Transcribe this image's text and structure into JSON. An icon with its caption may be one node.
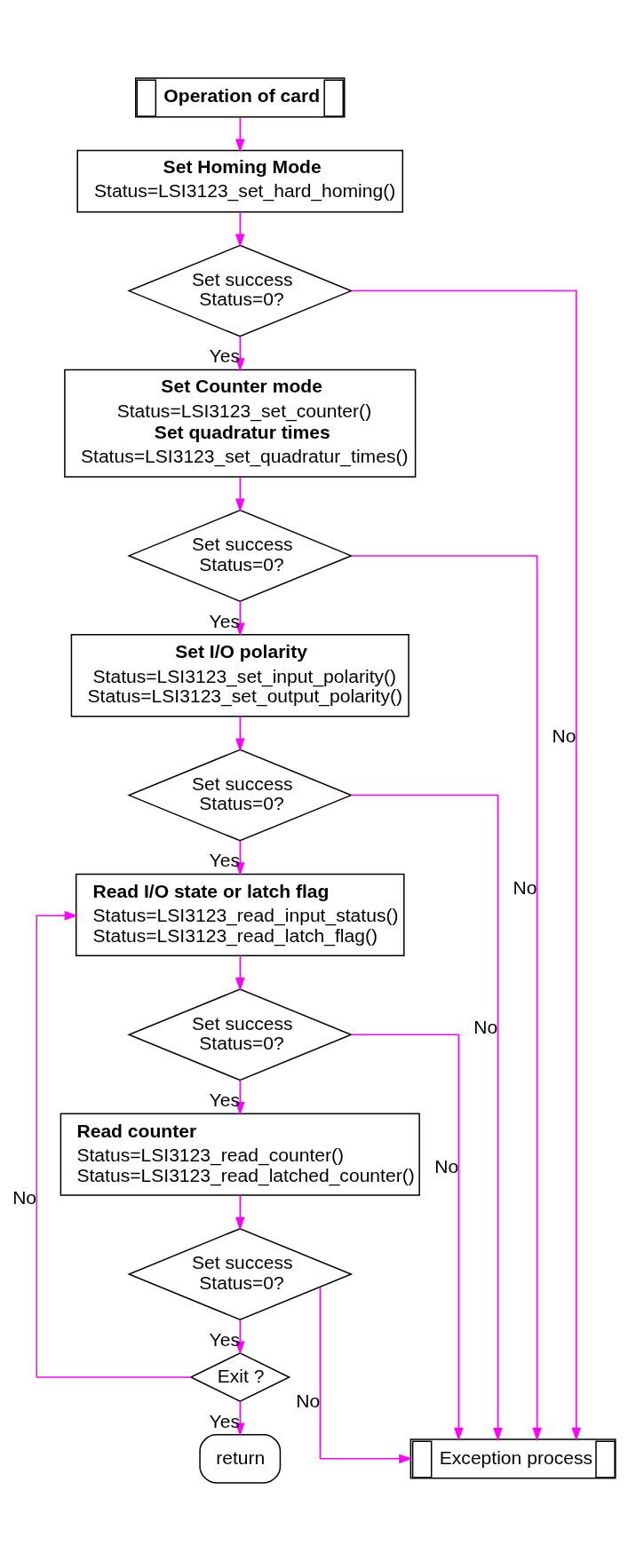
{
  "diagram": {
    "nodes": [
      {
        "text": [
          "Operation of card"
        ]
      },
      {
        "text": [
          "Set Homing Mode",
          "Status=LSI3123_set_hard_homing()"
        ]
      },
      {
        "text": [
          "Set success Status=0?"
        ]
      },
      {
        "text": [
          "Set Counter mode",
          "Status=LSI3123_set_counter()",
          "Set quadratur times",
          "Status=LSI3123_set_quadratur_times()"
        ]
      },
      {
        "text": [
          "Set success Status=0?"
        ]
      },
      {
        "text": [
          "Set I/O polarity",
          "Status=LSI3123_set_input_polarity() Status=LSI3123_set_output_polarity()"
        ]
      },
      {
        "text": [
          "Set success Status=0?"
        ]
      },
      {
        "text": [
          "Read I/O state or latch flag",
          "Status=LSI3123_read_input_status() Status=LSI3123_read_latch_flag()"
        ]
      },
      {
        "text": [
          "Set success Status=0?"
        ]
      },
      {
        "text": [
          "Read counter",
          "Status=LSI3123_read_counter() Status=LSI3123_read_latched_counter()"
        ]
      },
      {
        "text": [
          "Set success Status=0?"
        ]
      },
      {
        "text": [
          "Exit ?"
        ]
      },
      {
        "text": [
          "return"
        ]
      },
      {
        "text": [
          "Exception process"
        ]
      }
    ],
    "edges": [
      {
        "from": 0,
        "to": 1,
        "arrow": "to"
      },
      {
        "from": 1,
        "to": 2,
        "arrow": "to"
      },
      {
        "from": 2,
        "to": 3,
        "arrow": "to",
        "label": "Yes"
      },
      {
        "from": 2,
        "to": 13,
        "arrow": "to",
        "label": "No"
      },
      {
        "from": 3,
        "to": 4,
        "arrow": "to"
      },
      {
        "from": 4,
        "to": 5,
        "arrow": "to",
        "label": "Yes"
      },
      {
        "from": 4,
        "to": 13,
        "arrow": "to",
        "label": "No"
      },
      {
        "from": 5,
        "to": 6,
        "arrow": "to"
      },
      {
        "from": 6,
        "to": 7,
        "arrow": "to",
        "label": "Yes"
      },
      {
        "from": 6,
        "to": 13,
        "arrow": "to",
        "label": "No"
      },
      {
        "from": 7,
        "to": 8,
        "arrow": "to"
      },
      {
        "from": 8,
        "to": 9,
        "arrow": "to",
        "label": "Yes"
      },
      {
        "from": 8,
        "to": 13,
        "arrow": "to",
        "label": "No"
      },
      {
        "from": 9,
        "to": 10,
        "arrow": "to"
      },
      {
        "from": 10,
        "to": 11,
        "arrow": "to",
        "label": "Yes"
      },
      {
        "from": 10,
        "to": 13,
        "arrow": "to",
        "label": "No"
      },
      {
        "from": 11,
        "to": 7,
        "arrow": "to",
        "label": "No"
      },
      {
        "from": 11,
        "to": 12,
        "arrow": "to",
        "label": "Yes"
      }
    ]
  }
}
